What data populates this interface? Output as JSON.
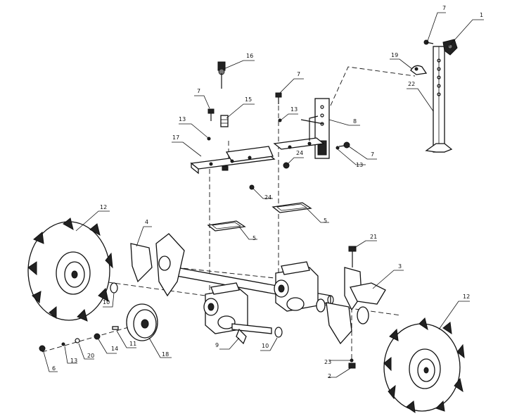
{
  "callouts": [
    {
      "id": "c1",
      "text": "1"
    },
    {
      "id": "c7a",
      "text": "7"
    },
    {
      "id": "c19",
      "text": "19"
    },
    {
      "id": "c22",
      "text": "22"
    },
    {
      "id": "c16",
      "text": "16"
    },
    {
      "id": "c7b",
      "text": "7"
    },
    {
      "id": "c7c",
      "text": "7"
    },
    {
      "id": "c15",
      "text": "15"
    },
    {
      "id": "c13a",
      "text": "13"
    },
    {
      "id": "c13b",
      "text": "13"
    },
    {
      "id": "c8",
      "text": "8"
    },
    {
      "id": "c17",
      "text": "17"
    },
    {
      "id": "c24a",
      "text": "24"
    },
    {
      "id": "c13c",
      "text": "13"
    },
    {
      "id": "c7d",
      "text": "7"
    },
    {
      "id": "c24b",
      "text": "24"
    },
    {
      "id": "c5a",
      "text": "5"
    },
    {
      "id": "c5b",
      "text": "5"
    },
    {
      "id": "c12a",
      "text": "12"
    },
    {
      "id": "c4",
      "text": "4"
    },
    {
      "id": "c21",
      "text": "21"
    },
    {
      "id": "c3",
      "text": "3"
    },
    {
      "id": "c10a",
      "text": "10"
    },
    {
      "id": "c12b",
      "text": "12"
    },
    {
      "id": "c9",
      "text": "9"
    },
    {
      "id": "c10b",
      "text": "10"
    },
    {
      "id": "c11",
      "text": "11"
    },
    {
      "id": "c18",
      "text": "18"
    },
    {
      "id": "c14",
      "text": "14"
    },
    {
      "id": "c20",
      "text": "20"
    },
    {
      "id": "c13d",
      "text": "13"
    },
    {
      "id": "c6",
      "text": "6"
    },
    {
      "id": "c23",
      "text": "23"
    },
    {
      "id": "c2",
      "text": "2"
    }
  ]
}
